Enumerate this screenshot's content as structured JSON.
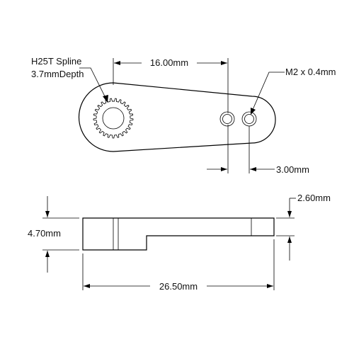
{
  "labels": {
    "spline_line1": "H25T Spline",
    "spline_line2": "3.7mmDepth",
    "hole_spacing": "16.00mm",
    "thread": "M2 x 0.4mm",
    "hole_offset": "3.00mm",
    "thin_thickness": "2.60mm",
    "total_thickness": "4.70mm",
    "overall_length": "26.50mm"
  },
  "spline": {
    "teeth": 25
  }
}
